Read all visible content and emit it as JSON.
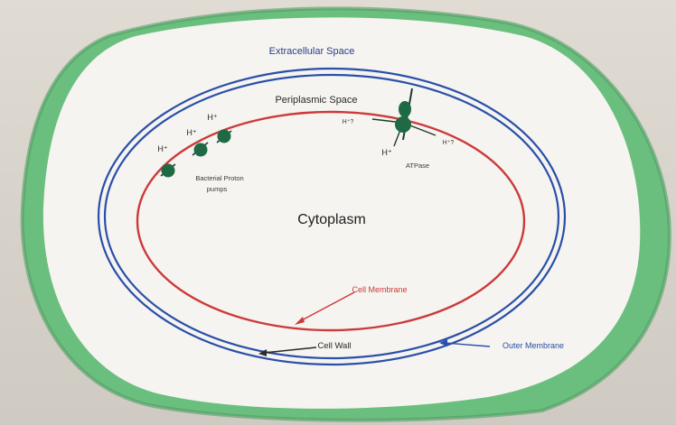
{
  "labels": {
    "extracellular_space": "Extracellular Space",
    "periplasmic_space": "Periplasmic Space",
    "cytoplasm": "Cytoplasm",
    "cell_membrane": "Cell Membrane",
    "cell_wall": "Cell Wall",
    "outer_membrane": "Outer Membrane",
    "proton_pumps": [
      "Bacterial Proton",
      "pumps"
    ],
    "proton": "H⁺",
    "ion_a": "H⁺?",
    "ion_b": "H⁺?",
    "atpase": "ATPase"
  },
  "colors": {
    "paper_background": "#6bbf7e",
    "outer_membrane": "#2a4fa8",
    "cell_membrane": "#cc3a3a",
    "protein": "#1e6a44",
    "text": "#2a2a2a"
  }
}
